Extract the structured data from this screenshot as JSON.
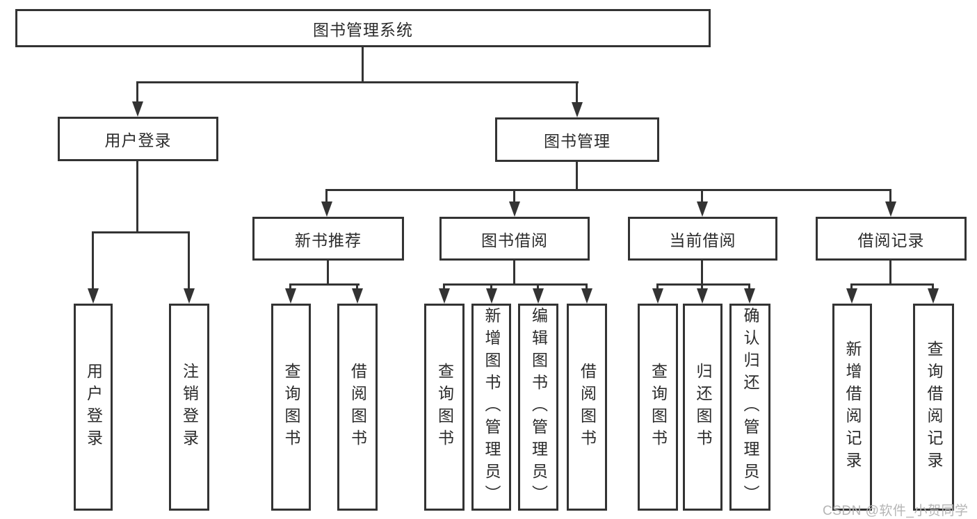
{
  "tree": {
    "label": "图书管理系统",
    "children": [
      {
        "label": "用户登录",
        "children": [
          {
            "label": "用户登录"
          },
          {
            "label": "注销登录"
          }
        ]
      },
      {
        "label": "图书管理",
        "children": [
          {
            "label": "新书推荐",
            "children": [
              {
                "label": "查询图书"
              },
              {
                "label": "借阅图书"
              }
            ]
          },
          {
            "label": "图书借阅",
            "children": [
              {
                "label": "查询图书"
              },
              {
                "label": "新增图书（管理员）"
              },
              {
                "label": "编辑图书（管理员）"
              },
              {
                "label": "借阅图书"
              }
            ]
          },
          {
            "label": "当前借阅",
            "children": [
              {
                "label": "查询图书"
              },
              {
                "label": "归还图书"
              },
              {
                "label": "确认归还（管理员）"
              }
            ]
          },
          {
            "label": "借阅记录",
            "children": [
              {
                "label": "新增借阅记录"
              },
              {
                "label": "查询借阅记录"
              }
            ]
          }
        ]
      }
    ]
  },
  "watermark": {
    "text": "CSDN @软件_小贺同学"
  },
  "colors": {
    "line": "#333333",
    "text": "#2b2b2b",
    "watermark": "#b5b5b5",
    "background": "#ffffff"
  }
}
